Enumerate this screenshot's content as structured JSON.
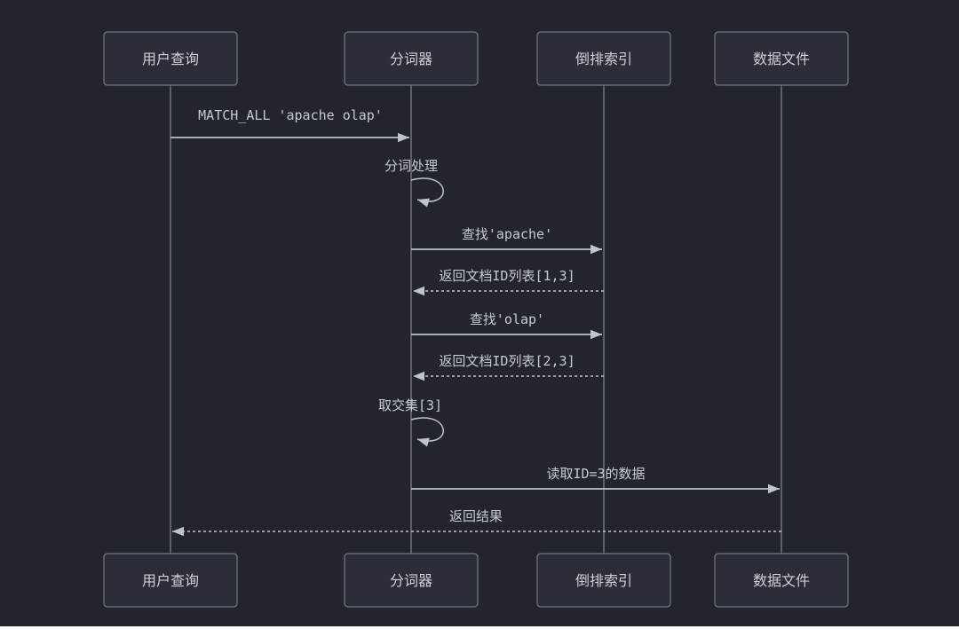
{
  "diagram": {
    "type": "sequence-diagram",
    "theme": "dark",
    "colors": {
      "background": "#22252c",
      "actor_fill": "#2b2e36",
      "actor_border": "#70747c",
      "actor_text": "#ced1d7",
      "lifeline": "#7d818a",
      "arrow": "#bfc3ca",
      "message_text": "#c6cad1",
      "bottom_strip": "#ffffff"
    },
    "participants": [
      {
        "label": "用户查询"
      },
      {
        "label": "分词器"
      },
      {
        "label": "倒排索引"
      },
      {
        "label": "数据文件"
      }
    ],
    "messages": [
      {
        "text": "MATCH_ALL 'apache olap'",
        "from": "用户查询",
        "to": "分词器",
        "type": "solid"
      },
      {
        "text": "分词处理",
        "from": "分词器",
        "to": "分词器",
        "type": "self"
      },
      {
        "text": "查找'apache'",
        "from": "分词器",
        "to": "倒排索引",
        "type": "solid"
      },
      {
        "text": "返回文档ID列表[1,3]",
        "from": "倒排索引",
        "to": "分词器",
        "type": "dashed"
      },
      {
        "text": "查找'olap'",
        "from": "分词器",
        "to": "倒排索引",
        "type": "solid"
      },
      {
        "text": "返回文档ID列表[2,3]",
        "from": "倒排索引",
        "to": "分词器",
        "type": "dashed"
      },
      {
        "text": "取交集[3]",
        "from": "分词器",
        "to": "分词器",
        "type": "self"
      },
      {
        "text": "读取ID=3的数据",
        "from": "分词器",
        "to": "数据文件",
        "type": "solid"
      },
      {
        "text": "返回结果",
        "from": "数据文件",
        "to": "用户查询",
        "type": "dashed"
      }
    ]
  }
}
